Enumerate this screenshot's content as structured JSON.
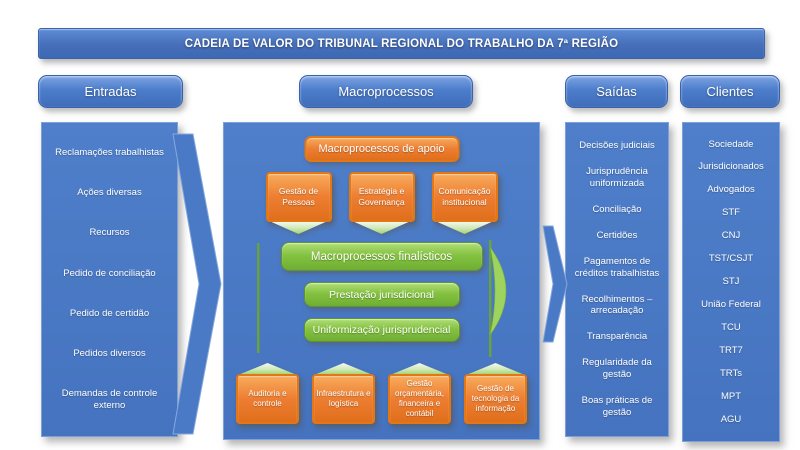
{
  "banner": {
    "title": "CADEIA DE VALOR DO TRIBUNAL REGIONAL DO TRABALHO DA 7ª REGIÃO"
  },
  "headers": {
    "entradas": "Entradas",
    "macroprocessos": "Macroprocessos",
    "saidas": "Saídas",
    "clientes": "Clientes"
  },
  "entradas": {
    "items": [
      "Reclamações trabalhistas",
      "Ações diversas",
      "Recursos",
      "Pedido de conciliação",
      "Pedido de certidão",
      "Pedidos diversos",
      "Demandas de controle externo"
    ]
  },
  "macroprocessos": {
    "apoio_title": "Macroprocessos de apoio",
    "apoio_superior": [
      "Gestão de Pessoas",
      "Estratégia e Governança",
      "Comunicação institucional"
    ],
    "finalisticos_title": "Macroprocessos finalísticos",
    "finalisticos": [
      "Prestação jurisdicional",
      "Uniformização jurisprudencial"
    ],
    "apoio_inferior": [
      "Auditoria e controle",
      "Infraestrutura e logística",
      "Gestão orçamentária, financeira e contábil",
      "Gestão de tecnologia da informação"
    ]
  },
  "saidas": {
    "items": [
      "Decisões judiciais",
      "Jurisprudência uniformizada",
      "Conciliação",
      "Certidões",
      "Pagamentos de créditos trabalhistas",
      "Recolhimentos – arrecadação",
      "Transparência",
      "Regularidade da gestão",
      "Boas práticas de gestão"
    ]
  },
  "clientes": {
    "items": [
      "Sociedade",
      "Jurisdicionados",
      "Advogados",
      "STF",
      "CNJ",
      "TST/CSJT",
      "STJ",
      "União Federal",
      "TCU",
      "TRT7",
      "TRTs",
      "MPT",
      "AGU"
    ]
  },
  "colors": {
    "blue": "#4677C8",
    "orange": "#ED7D31",
    "green": "#7DC243"
  }
}
